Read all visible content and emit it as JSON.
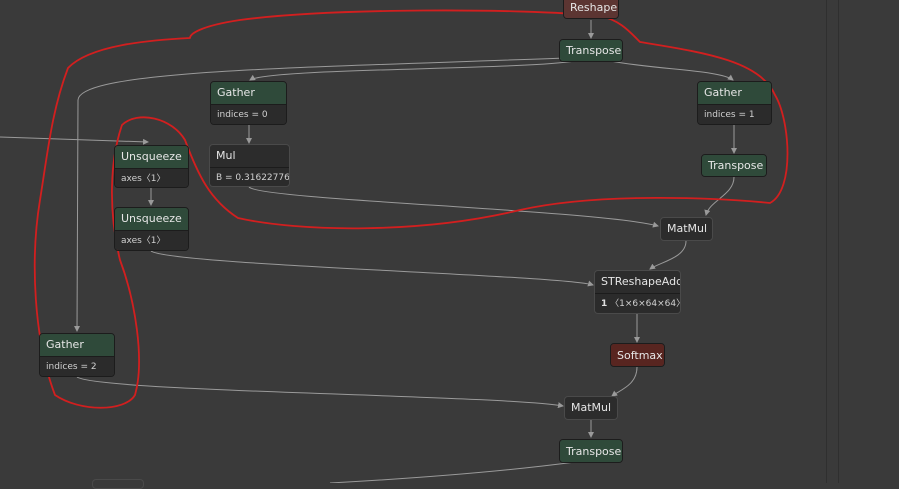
{
  "colors": {
    "background": "#3a3a3a",
    "edge": "#9a9a9a",
    "annotation": "#d21f1f",
    "node_green": "#2f4a3a",
    "node_gray": "#2c2c2c",
    "node_red": "#582520",
    "attr_bg": "#2b2b2b"
  },
  "nodes": {
    "reshape": {
      "title": "Reshape"
    },
    "transpose_top": {
      "title": "Transpose"
    },
    "gather_0": {
      "title": "Gather",
      "attr": "indices = 0"
    },
    "gather_1": {
      "title": "Gather",
      "attr": "indices = 1"
    },
    "unsqueeze_1": {
      "title": "Unsqueeze",
      "attr": "axes〈1〉"
    },
    "unsqueeze_2": {
      "title": "Unsqueeze",
      "attr": "axes〈1〉"
    },
    "mul": {
      "title": "Mul",
      "attr": "B = 0.31622776..."
    },
    "transpose_right": {
      "title": "Transpose"
    },
    "matmul_1": {
      "title": "MatMul"
    },
    "streshapeadd": {
      "title": "STReshapeAdd",
      "attr_bold": "1",
      "attr": "〈1×6×64×64〉"
    },
    "softmax": {
      "title": "Softmax"
    },
    "gather_2": {
      "title": "Gather",
      "attr": "indices = 2"
    },
    "matmul_2": {
      "title": "MatMul"
    },
    "transpose_bottom": {
      "title": "Transpose"
    }
  }
}
